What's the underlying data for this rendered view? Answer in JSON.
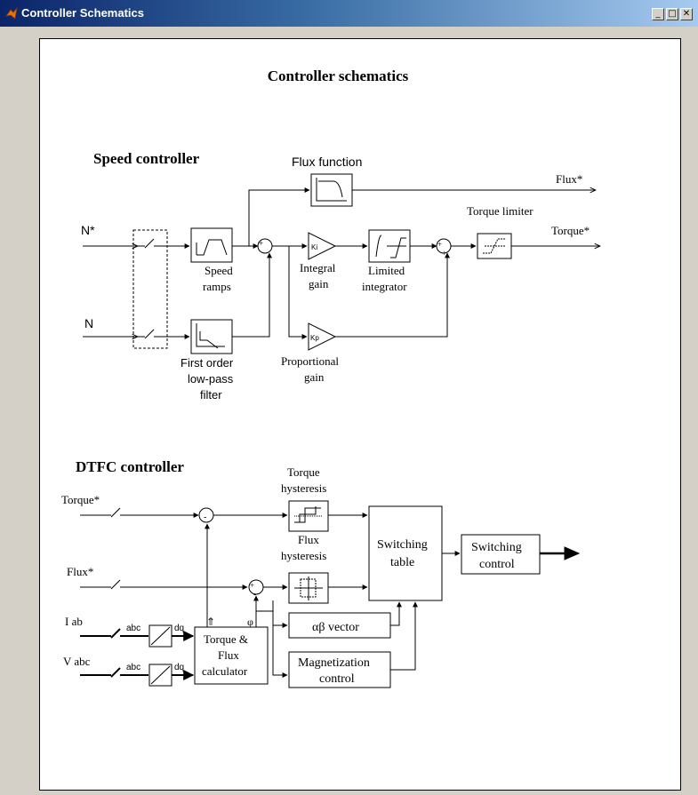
{
  "window": {
    "title": "Controller Schematics"
  },
  "diagram": {
    "main_title": "Controller schematics",
    "speed": {
      "heading": "Speed controller",
      "in_n_star": "N*",
      "in_n": "N",
      "flux_function": "Flux function",
      "out_flux": "Flux*",
      "torque_limiter": "Torque limiter",
      "out_torque": "Torque*",
      "speed_ramps_1": "Speed",
      "speed_ramps_2": "ramps",
      "ki": "Ki",
      "kp": "Kp",
      "integral_1": "Integral",
      "integral_2": "gain",
      "limited_1": "Limited",
      "limited_2": "integrator",
      "filter_1": "First order",
      "filter_2": "low-pass",
      "filter_3": "filter",
      "prop_1": "Proportional",
      "prop_2": "gain"
    },
    "dtfc": {
      "heading": "DTFC controller",
      "in_torque": "Torque*",
      "in_flux": "Flux*",
      "in_iab": "I ab",
      "in_vabc": "V abc",
      "torque_hyst_1": "Torque",
      "torque_hyst_2": "hysteresis",
      "flux_hyst_1": "Flux",
      "flux_hyst_2": "hysteresis",
      "switching_table_1": "Switching",
      "switching_table_2": "table",
      "switching_control_1": "Switching",
      "switching_control_2": "control",
      "abc": "abc",
      "dq": "dq",
      "calc_1": "Torque &",
      "calc_2": "Flux",
      "calc_3": "calculator",
      "ab_vector": "αβ vector",
      "mag_1": "Magnetization",
      "mag_2": "control"
    }
  }
}
